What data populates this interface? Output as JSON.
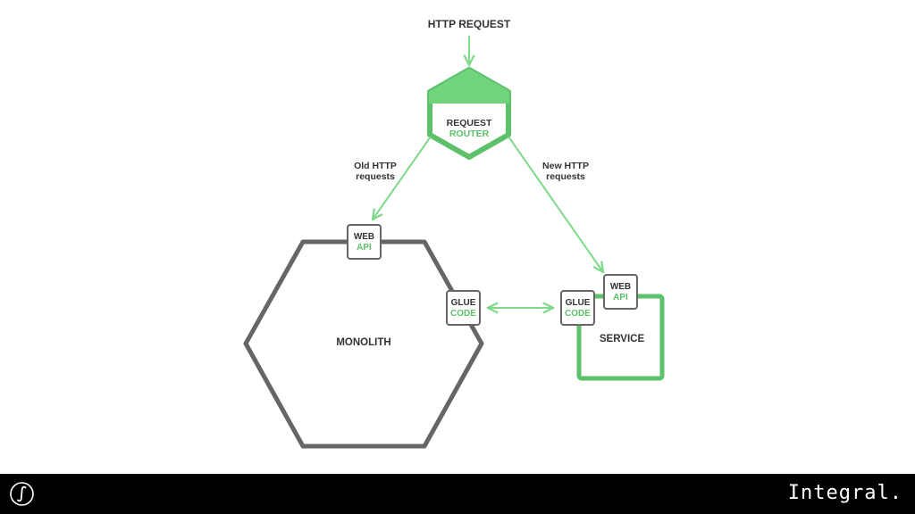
{
  "diagram": {
    "top_label": "HTTP REQUEST",
    "router": {
      "line1": "REQUEST",
      "line2": "ROUTER"
    },
    "old_requests": {
      "line1": "Old HTTP",
      "line2": "requests"
    },
    "new_requests": {
      "line1": "New HTTP",
      "line2": "requests"
    },
    "monolith": {
      "label": "MONOLITH",
      "web_api": {
        "line1": "WEB",
        "line2": "API"
      },
      "glue_code": {
        "line1": "GLUE",
        "line2": "CODE"
      }
    },
    "service": {
      "label": "SERVICE",
      "web_api": {
        "line1": "WEB",
        "line2": "API"
      },
      "glue_code": {
        "line1": "GLUE",
        "line2": "CODE"
      }
    }
  },
  "colors": {
    "green": "#5cc16a",
    "light_green": "#7ed98a",
    "gray": "#666666",
    "text_dark": "#333333",
    "footer_bg": "#000000"
  },
  "footer": {
    "logo_icon": "integral-symbol-icon",
    "brand": "Integral."
  }
}
